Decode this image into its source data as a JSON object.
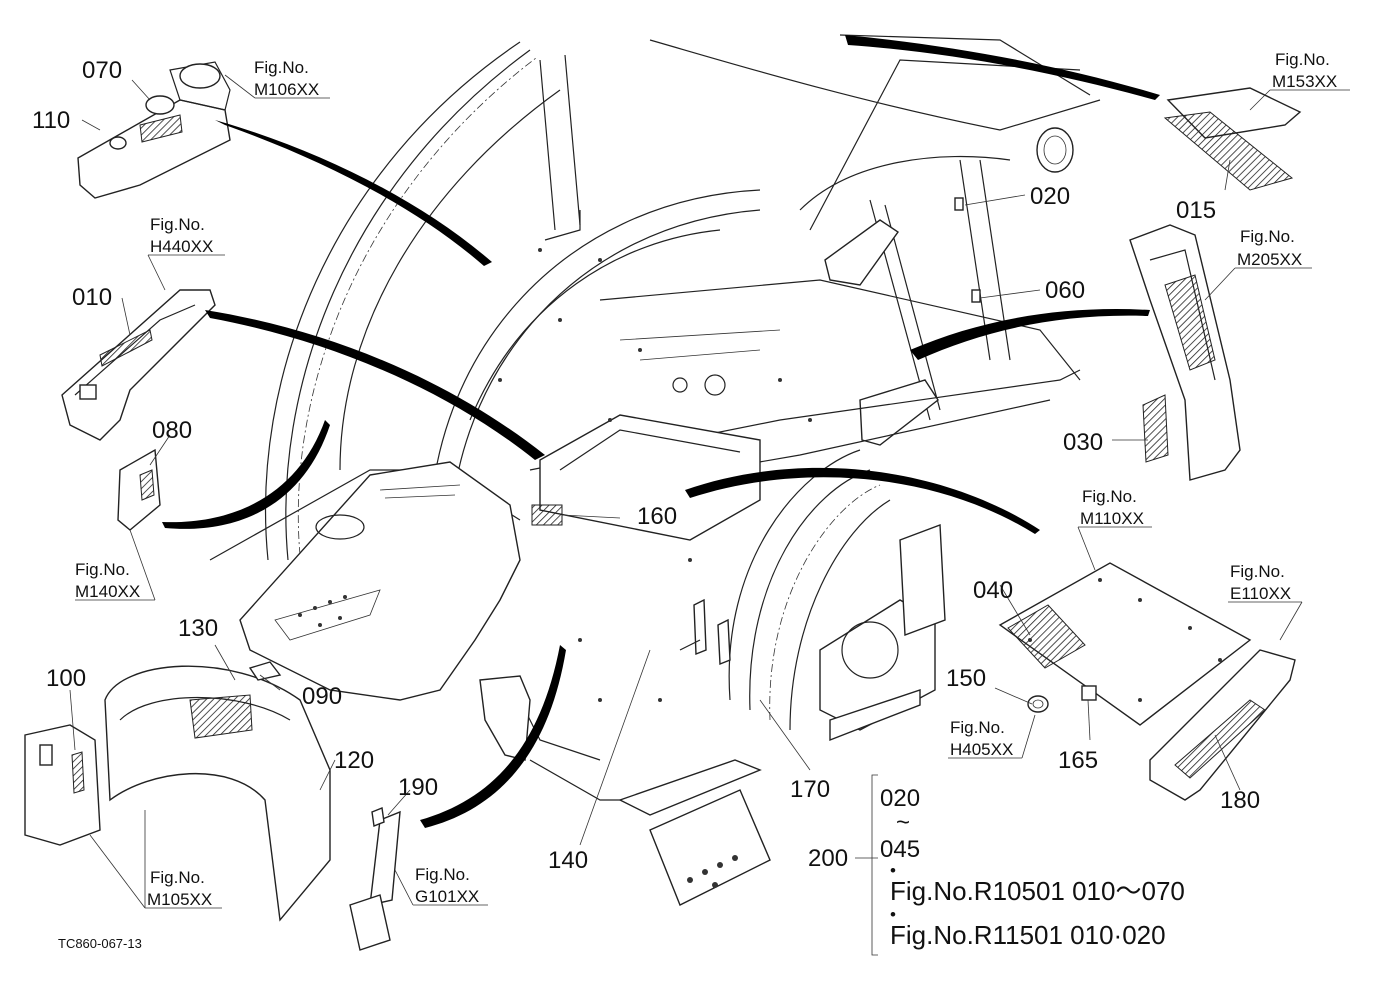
{
  "part_numbers": {
    "p070": "070",
    "p110": "110",
    "p010": "010",
    "p080": "080",
    "p015": "015",
    "p020": "020",
    "p060": "060",
    "p030": "030",
    "p160": "160",
    "p040": "040",
    "p150": "150",
    "p165": "165",
    "p180": "180",
    "p130": "130",
    "p090": "090",
    "p100": "100",
    "p120": "120",
    "p190": "190",
    "p140": "140",
    "p170": "170",
    "p200": "200"
  },
  "figure_refs": {
    "label": "Fig.No.",
    "m106": "M106XX",
    "h440": "H440XX",
    "m140": "M140XX",
    "m153": "M153XX",
    "m205": "M205XX",
    "m110": "M110XX",
    "e110": "E110XX",
    "h405": "H405XX",
    "m105": "M105XX",
    "g101": "G101XX"
  },
  "range_note": {
    "from": "020",
    "tilde": "~",
    "to": "045",
    "bullet": "•",
    "ref1": "Fig.No.R10501  010～070",
    "ref2": "Fig.No.R11501  010·020"
  },
  "drawing_id": "TC860-067-13"
}
